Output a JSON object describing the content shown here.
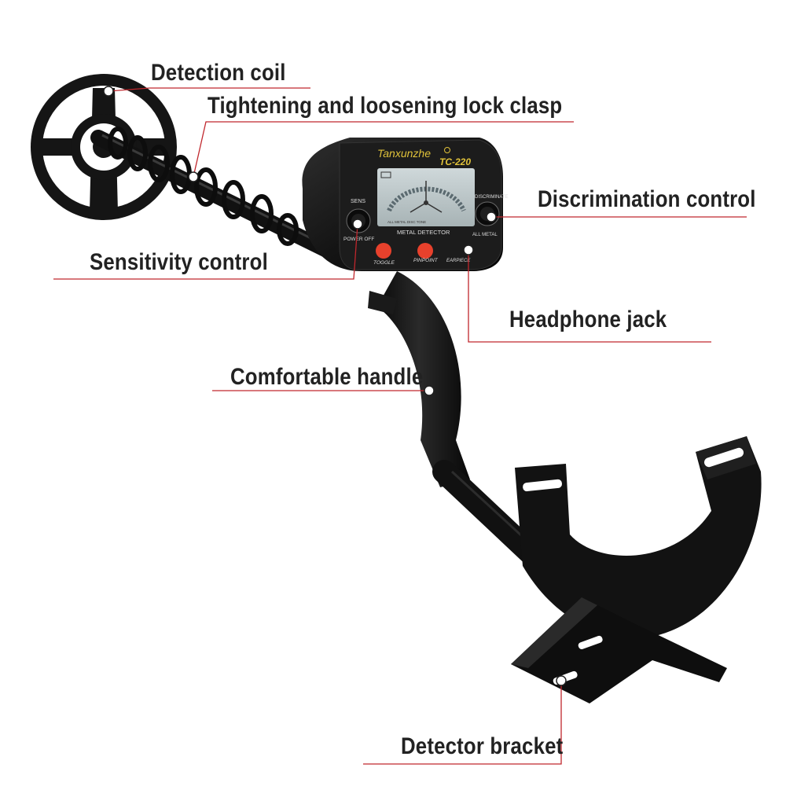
{
  "device": {
    "brand": "Tanxunzhe",
    "model": "TC-220",
    "panel_label": "METAL DETECTOR",
    "knob_left_top": "SENS",
    "knob_left_bottom": "POWER OFF",
    "knob_right_top": "DISCRIMINATE",
    "knob_right_bottom": "ALL METAL",
    "button_left": "TOGGLE",
    "button_right": "PINPOINT",
    "jack_label": "EARPIECE",
    "lcd_scale_text": "ALL METAL  DISC  TONE"
  },
  "callouts": {
    "detection_coil": "Detection coil",
    "lock_clasp": "Tightening and loosening lock clasp",
    "discrimination_control": "Discrimination control",
    "sensitivity_control": "Sensitivity control",
    "headphone_jack": "Headphone jack",
    "comfortable_handle": "Comfortable handle",
    "detector_bracket": "Detector bracket"
  },
  "colors": {
    "leader_line": "#c0272d",
    "body": "#161616",
    "lcd": "#b9c4c6",
    "button": "#e8412c",
    "brand_text": "#e0c23a"
  }
}
